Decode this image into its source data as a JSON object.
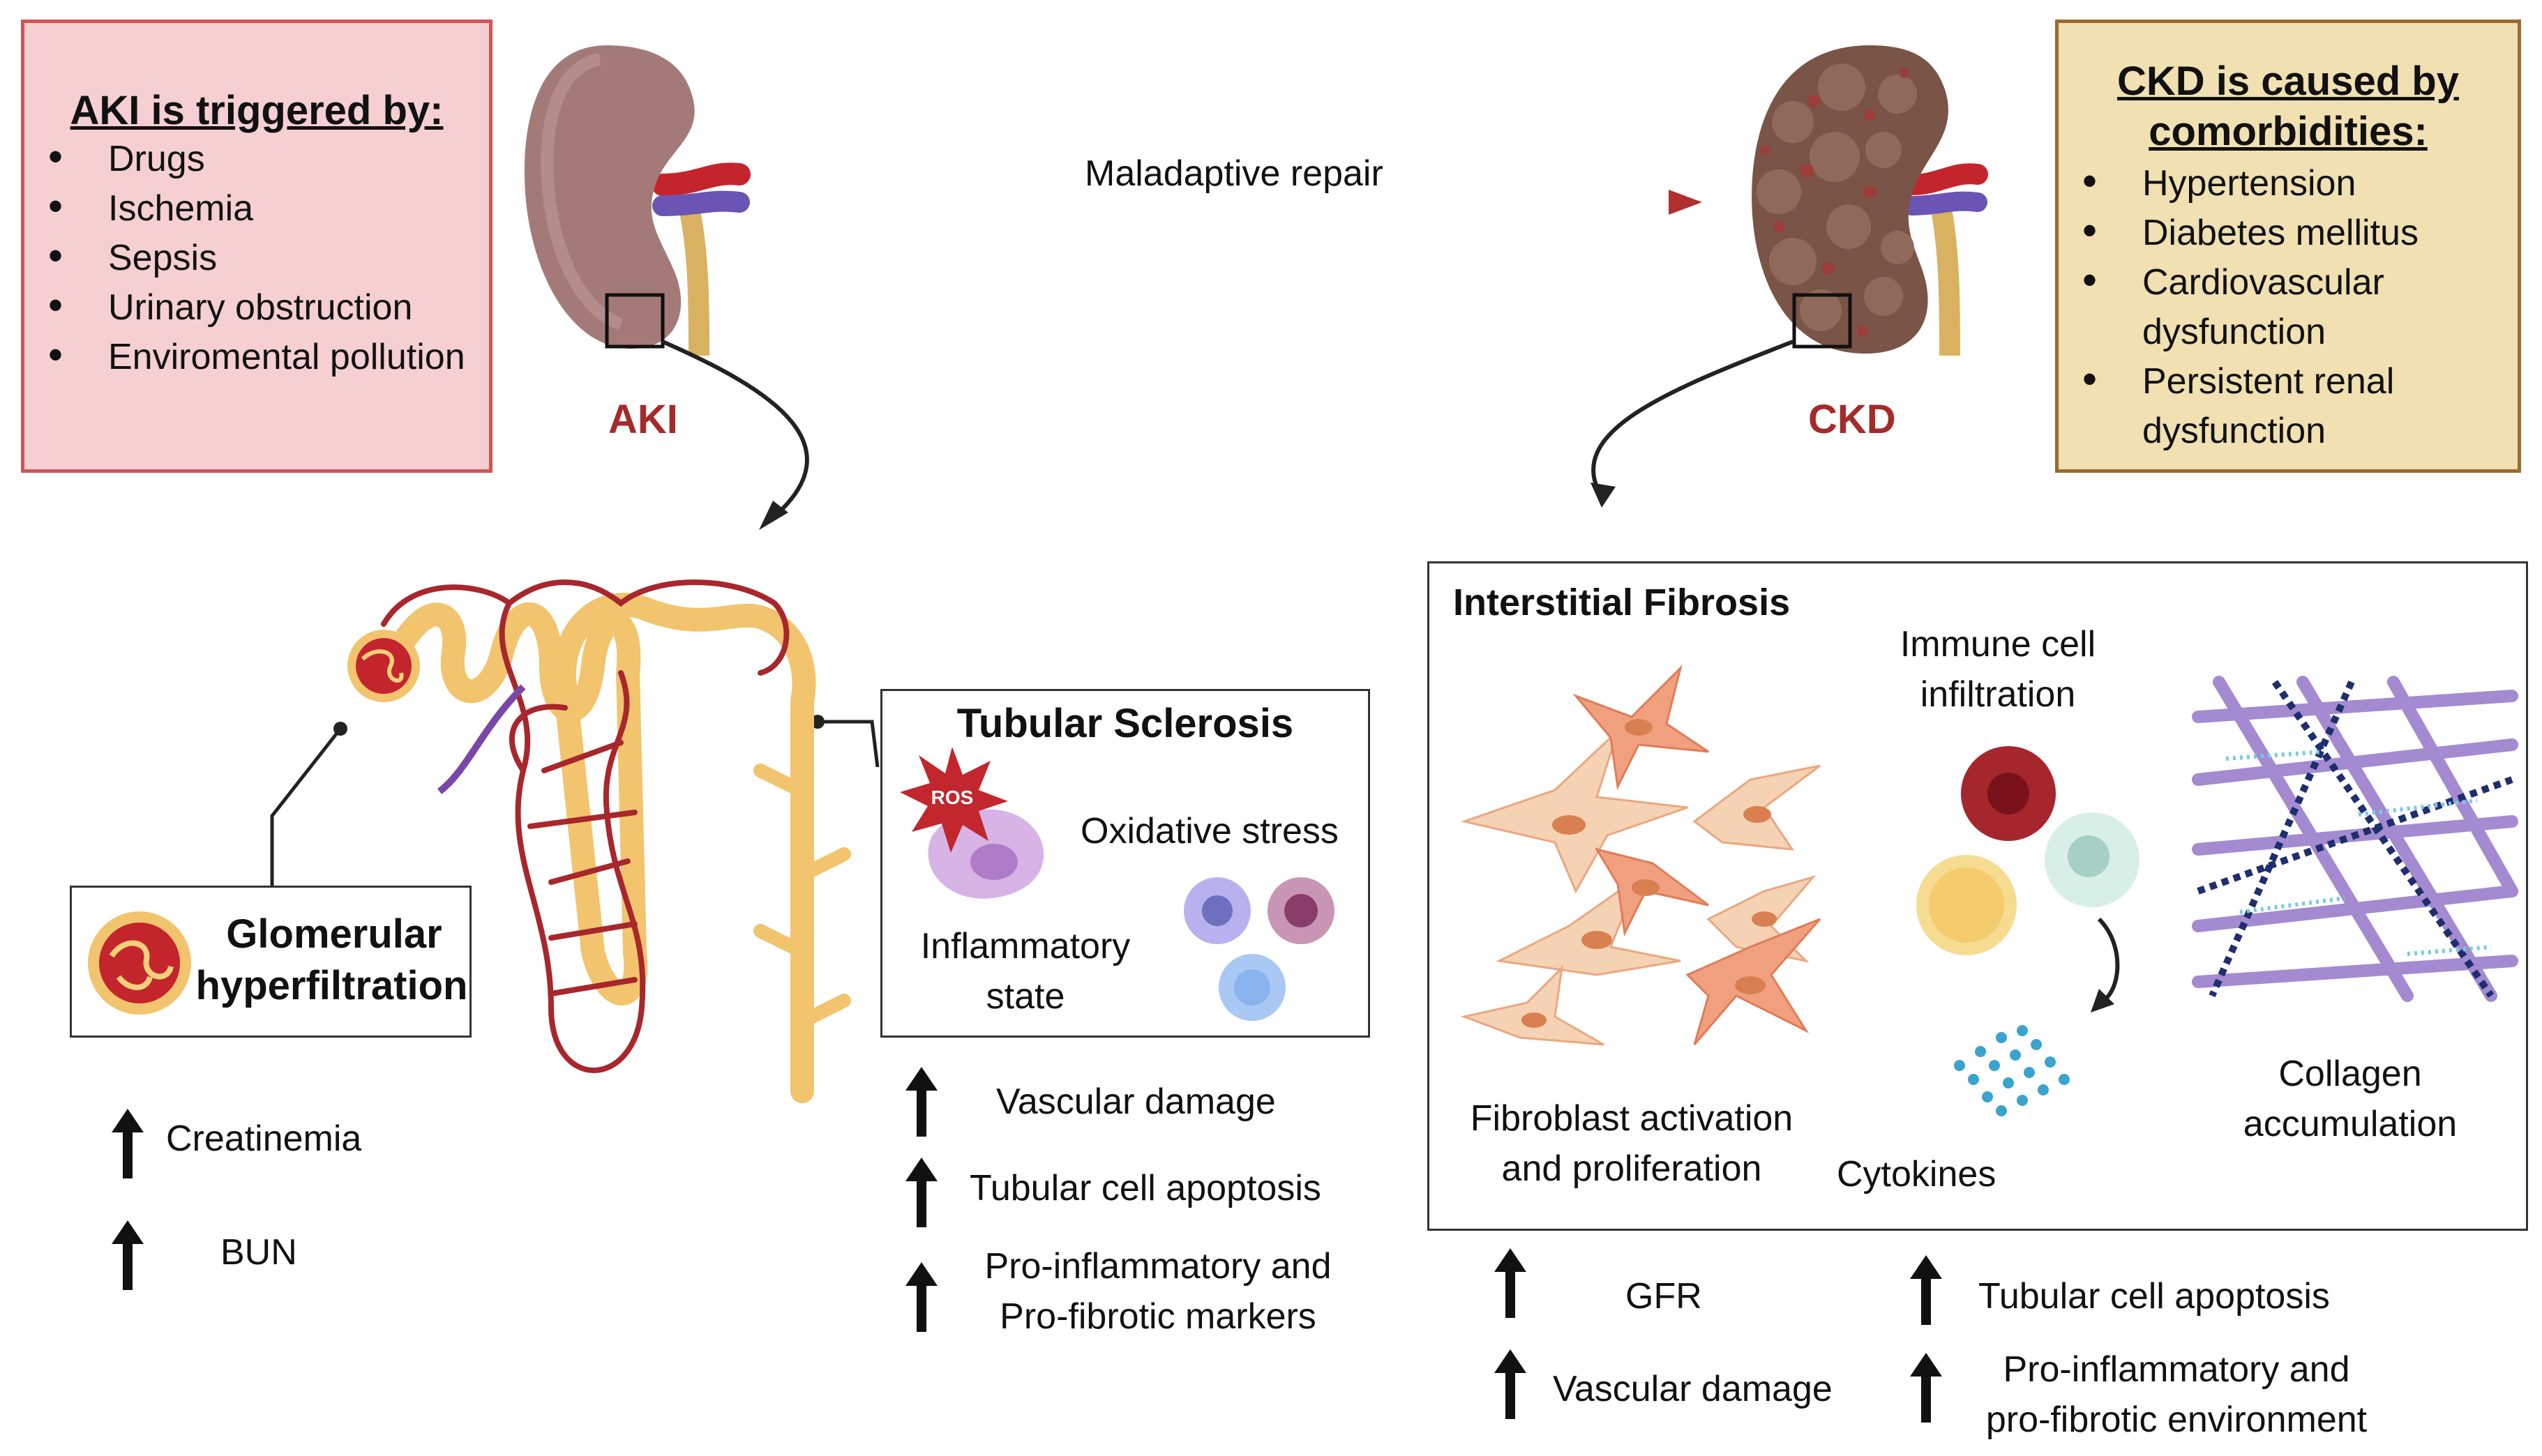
{
  "aki_box": {
    "title": "AKI is triggered by:",
    "items": [
      "Drugs",
      "Ischemia",
      "Sepsis",
      "Urinary obstruction",
      "Enviromental pollution"
    ]
  },
  "ckd_box": {
    "title_line1": "CKD is caused by",
    "title_line2": "comorbidities:",
    "items": [
      {
        "line1": "Hypertension",
        "line2": ""
      },
      {
        "line1": "Diabetes mellitus",
        "line2": ""
      },
      {
        "line1": "Cardiovascular",
        "line2": "dysfunction"
      },
      {
        "line1": "Persistent renal",
        "line2": "dysfunction"
      }
    ]
  },
  "labels": {
    "aki": "AKI",
    "ckd": "CKD",
    "transition": "Maladaptive repair"
  },
  "glomerular": {
    "line1": "Glomerular",
    "line2": "hyperfiltration",
    "markers": [
      "Creatinemia",
      "BUN"
    ]
  },
  "tubular": {
    "title": "Tubular Sclerosis",
    "ros": "ROS",
    "oxidative": "Oxidative stress",
    "inflammatory_line1": "Inflammatory",
    "inflammatory_line2": "state",
    "markers": [
      {
        "line1": "Vascular damage",
        "line2": ""
      },
      {
        "line1": "Tubular cell apoptosis",
        "line2": ""
      },
      {
        "line1": "Pro-inflammatory and",
        "line2": "Pro-fibrotic markers"
      }
    ]
  },
  "fibrosis": {
    "title": "Interstitial Fibrosis",
    "immune_line1": "Immune cell",
    "immune_line2": "infiltration",
    "fibroblast_line1": "Fibroblast activation",
    "fibroblast_line2": "and proliferation",
    "cytokines": "Cytokines",
    "collagen_line1": "Collagen",
    "collagen_line2": "accumulation",
    "markers_left": [
      "GFR",
      "Vascular damage"
    ],
    "markers_right": [
      {
        "line1": "Tubular cell apoptosis",
        "line2": ""
      },
      {
        "line1": "Pro-inflammatory and",
        "line2": "pro-fibrotic environment"
      }
    ]
  },
  "colors": {
    "aki_fill": "#f5cfd1",
    "aki_border": "#d05555",
    "ckd_fill": "#f0e0b2",
    "ckd_border": "#9a6a2e",
    "kidney_label": "#a52a2a",
    "transition_arrow": "#b03030",
    "tubule": "#f2c46d",
    "vessel": "#a8262c"
  },
  "icons": {
    "increase": "up-arrow-icon",
    "aki_kidney": "healthy-kidney-icon",
    "ckd_kidney": "fibrotic-kidney-icon",
    "nephron": "nephron-icon"
  }
}
